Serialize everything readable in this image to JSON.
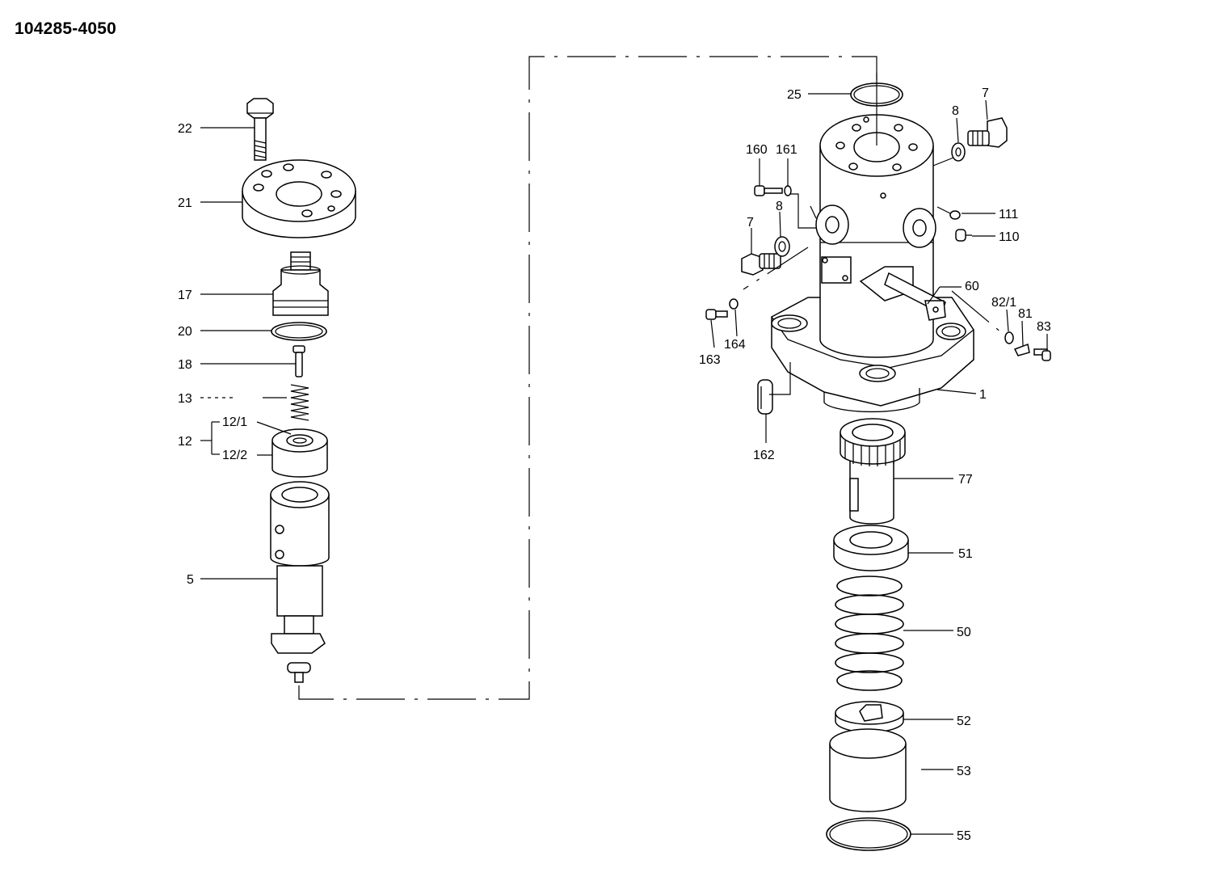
{
  "document": {
    "id": "104285-4050"
  },
  "callouts": {
    "c22": "22",
    "c21": "21",
    "c17": "17",
    "c20": "20",
    "c18": "18",
    "c13": "13",
    "c12": "12",
    "c12_1": "12/1",
    "c12_2": "12/2",
    "c5": "5",
    "c25": "25",
    "c7a": "7",
    "c8a": "8",
    "c160": "160",
    "c161": "161",
    "c7b": "7",
    "c8b": "8",
    "c111": "111",
    "c110": "110",
    "c60": "60",
    "c82_1": "82/1",
    "c81": "81",
    "c83": "83",
    "c164": "164",
    "c163": "163",
    "c1": "1",
    "c162": "162",
    "c77": "77",
    "c51": "51",
    "c50": "50",
    "c52": "52",
    "c53": "53",
    "c55": "55"
  }
}
